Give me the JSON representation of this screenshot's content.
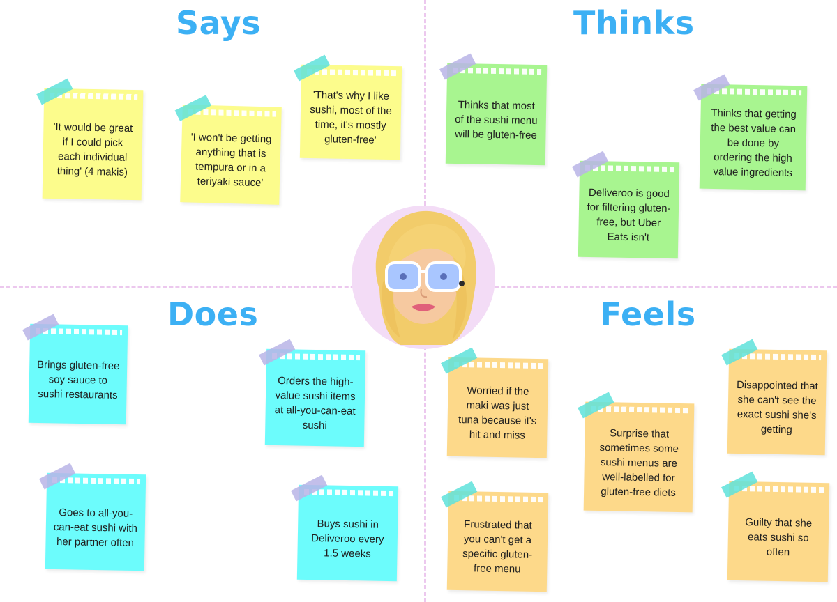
{
  "headings": {
    "says": "Says",
    "thinks": "Thinks",
    "does": "Does",
    "feels": "Feels"
  },
  "notes": {
    "says": [
      "'It would be great if I could pick each individual thing' (4 makis)",
      "'I won't be getting anything that is tempura or in a teriyaki sauce'",
      "'That's why I like sushi, most of the time, it's mostly gluten-free'"
    ],
    "thinks": [
      "Thinks that most of the sushi menu will be gluten-free",
      "Deliveroo is good for filtering gluten-free, but Uber Eats isn't",
      "Thinks that getting the best value can be done by ordering the high value ingredients"
    ],
    "does": [
      "Brings gluten-free soy sauce to sushi restaurants",
      "Orders the high-value sushi items at all-you-can-eat sushi",
      "Goes to all-you-can-eat sushi with her partner often",
      "Buys sushi in Deliveroo every 1.5 weeks"
    ],
    "feels": [
      "Worried if the maki was just tuna because it's hit and miss",
      "Surprise that sometimes some sushi menus are well-labelled for gluten-free diets",
      "Disappointed that she can't see the exact sushi she's getting",
      "Frustrated that you can't get a specific gluten-free menu",
      "Guilty that she eats sushi so often"
    ]
  },
  "colors": {
    "heading": "#3cb0f4",
    "says_note": "#fcfc8c",
    "thinks_note": "#a8f590",
    "does_note": "#6cfcfc",
    "feels_note": "#fdd98a",
    "divider": "#ecc8ee",
    "avatar_bg": "#f3dcf6",
    "tape_teal": "#5ee2db",
    "tape_purple": "#b9b4e6"
  },
  "avatar": {
    "icon": "memoji-avatar-icon"
  }
}
